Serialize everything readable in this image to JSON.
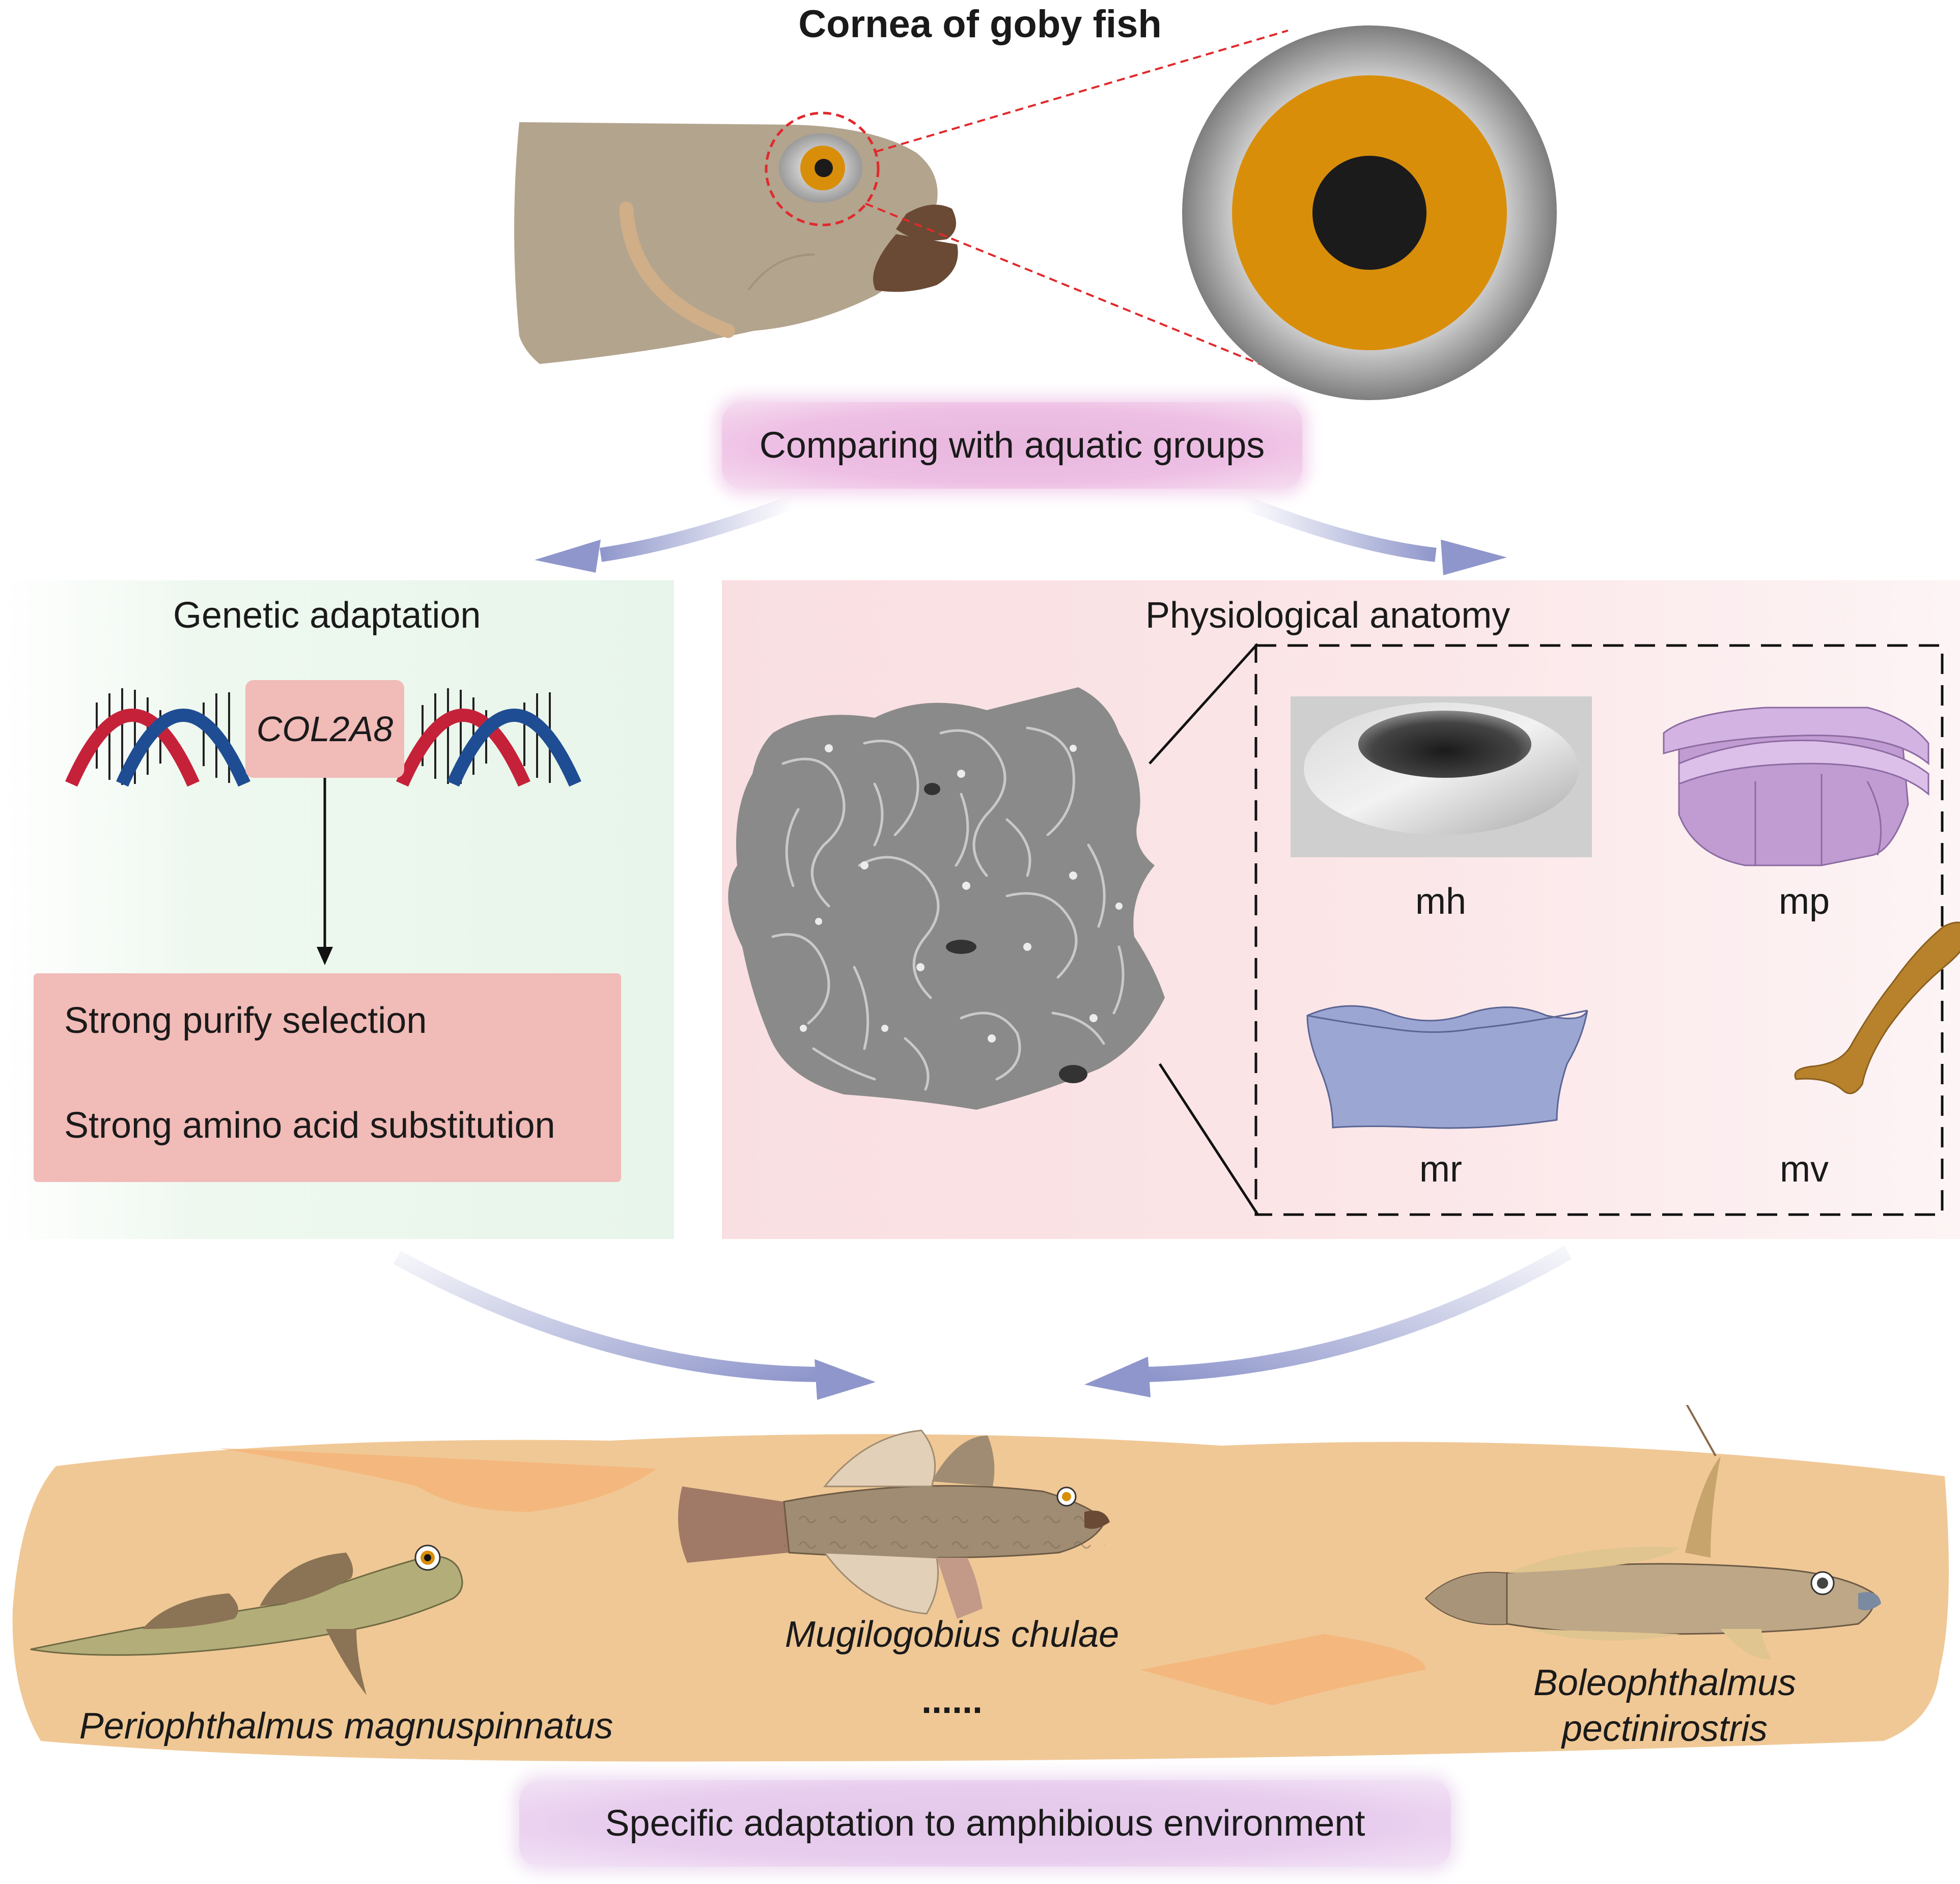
{
  "title": "Cornea of goby fish",
  "comparison_label": "Comparing with aquatic groups",
  "genetic": {
    "title": "Genetic adaptation",
    "gene": "COL2A8",
    "results": [
      "Strong purify selection",
      "Strong amino acid substitution"
    ]
  },
  "physiology": {
    "title": "Physiological anatomy",
    "structures": [
      "mh",
      "mp",
      "mr",
      "mv"
    ]
  },
  "species": {
    "left": "Periophthalmus magnuspinnatus",
    "middle": "Mugilogobius chulae",
    "right_line1": "Boleophthalmus",
    "right_line2": "pectinirostris",
    "ellipsis": "......"
  },
  "conclusion": "Specific adaptation to amphibious environment",
  "colors": {
    "green_panel": "#e8f5ea",
    "pink_panel": "#f9dfe1",
    "gene_box": "#f1bbb8",
    "arrow": "#9aa0cf",
    "mud": "#f0c896",
    "eye_orange": "#d98e0a"
  }
}
